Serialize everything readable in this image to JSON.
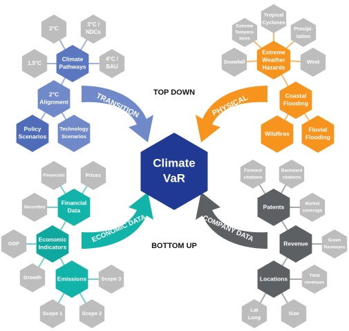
{
  "center": {
    "line1": "Climate",
    "line2": "VaR"
  },
  "headings": {
    "top": "TOP DOWN",
    "bottom": "BOTTOM UP"
  },
  "arrows": {
    "transition": "TRANSITION",
    "physical": "PHYSICAL",
    "economic": "ECONOMIC DATA",
    "company": "COMPANY DATA"
  },
  "colors": {
    "transition": "#6F89C9",
    "transition_dark": "#5A77BF",
    "physical": "#F7941D",
    "economic": "#12B3A8",
    "company": "#5D6063",
    "grey": "#BDBDBD",
    "center": "#203A93"
  },
  "transition": {
    "climate_pathways": {
      "l1": "Climate",
      "l2": "Pathways"
    },
    "deg2": "2°C",
    "ndc": {
      "l1": "3°C /",
      "l2": "NDCs"
    },
    "deg15": "1.5°C",
    "bau": {
      "l1": "4°C /",
      "l2": "BAU"
    },
    "alignment": {
      "l1": "2°C",
      "l2": "Alignment"
    },
    "policy": {
      "l1": "Policy",
      "l2": "Scenarios"
    },
    "technology": {
      "l1": "Technology",
      "l2": "Scenarios"
    }
  },
  "physical": {
    "hazards": {
      "l1": "Extreme",
      "l2": "Weather",
      "l3": "Hazards"
    },
    "temperatures": {
      "l1": "Extreme",
      "l2": "Tempera-",
      "l3": "tures"
    },
    "cyclones": {
      "l1": "Tropical",
      "l2": "Cyclones"
    },
    "precipitation": {
      "l1": "Precipi-",
      "l2": "tation"
    },
    "snowfall": "Snowfall",
    "wind": "Wind",
    "coastal": {
      "l1": "Coastal",
      "l2": "Flooding"
    },
    "wildfires": "Wildfires",
    "fluvial": {
      "l1": "Fluvial",
      "l2": "Flooding"
    }
  },
  "economic": {
    "financials": "Financials",
    "prices": "Prices",
    "financial_data": {
      "l1": "Financial",
      "l2": "Data"
    },
    "securities": "Securities",
    "indicators": {
      "l1": "Economic",
      "l2": "Indicators"
    },
    "gdp": "GDP",
    "growth": "Growth",
    "emissions": "Emissions",
    "scope3": "Scope 3",
    "scope1": "Scope 1",
    "scope2": "Scope 2"
  },
  "company": {
    "forward": {
      "l1": "Forward",
      "l2": "citations"
    },
    "backward": {
      "l1": "Backward",
      "l2": "citations"
    },
    "patents": "Patents",
    "market": {
      "l1": "Market",
      "l2": "coverage"
    },
    "revenue": "Revenue",
    "green": {
      "l1": "Green",
      "l2": "Revenues"
    },
    "locations": "Locations",
    "total": {
      "l1": "Total",
      "l2": "revenues"
    },
    "latlong": {
      "l1": "Lat",
      "l2": "Long"
    },
    "size": "Size"
  }
}
